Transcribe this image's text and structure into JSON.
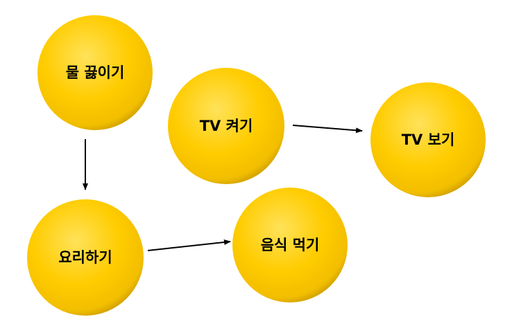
{
  "colors": {
    "node_fill": "#FFCC00",
    "node_light": "#FFE680",
    "node_dark": "#B88A00",
    "arrow": "#000000"
  },
  "nodes": [
    {
      "id": "boil",
      "label": "물 끓이기"
    },
    {
      "id": "tv_on",
      "label": "TV 켜기"
    },
    {
      "id": "tv_watch",
      "label": "TV 보기"
    },
    {
      "id": "cook",
      "label": "요리하기"
    },
    {
      "id": "eat",
      "label": "음식 먹기"
    }
  ],
  "edges": [
    {
      "from": "boil",
      "to": "cook"
    },
    {
      "from": "cook",
      "to": "eat"
    },
    {
      "from": "tv_on",
      "to": "tv_watch"
    }
  ]
}
